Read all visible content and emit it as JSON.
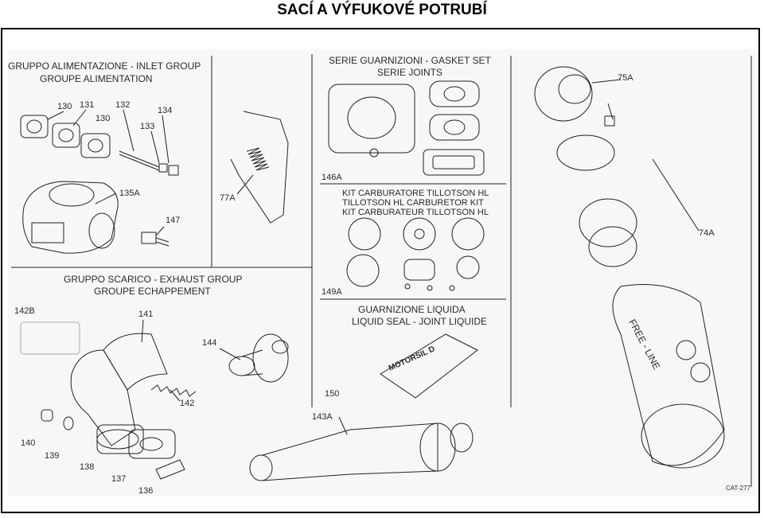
{
  "title": "SACÍ A VÝFUKOVÉ POTRUBÍ",
  "sections": {
    "inlet": {
      "line1": "GRUPPO ALIMENTAZIONE - INLET GROUP",
      "line2": "GROUPE ALIMENTATION",
      "parts": [
        "130",
        "131",
        "132",
        "134",
        "130",
        "133",
        "135A",
        "147"
      ]
    },
    "spring": {
      "part": "77A"
    },
    "gasket": {
      "line1": "SERIE GUARNIZIONI - GASKET SET",
      "line2": "SERIE JOINTS",
      "part": "146A"
    },
    "carb_kit": {
      "line1": "KIT CARBURATORE TILLOTSON HL",
      "line2": "TILLOTSON HL CARBURETOR KIT",
      "line3": "KIT CARBURATEUR TILLOTSON HL",
      "part": "149A"
    },
    "liquid_seal": {
      "line1": "GUARNIZIONE LIQUIDA",
      "line2": "LIQUID SEAL - JOINT LIQUIDE",
      "product": "MOTORSIL D",
      "part": "150"
    },
    "exhaust": {
      "line1": "GRUPPO SCARICO - EXHAUST GROUP",
      "line2": "GROUPE ECHAPPEMENT",
      "parts": [
        "142B",
        "141",
        "144",
        "142",
        "140",
        "139",
        "138",
        "137",
        "136",
        "143A"
      ]
    },
    "muffler": {
      "parts": [
        "75A",
        "74A"
      ],
      "brand": "FREE - LINE"
    }
  },
  "catalog_code": "CAT-277"
}
